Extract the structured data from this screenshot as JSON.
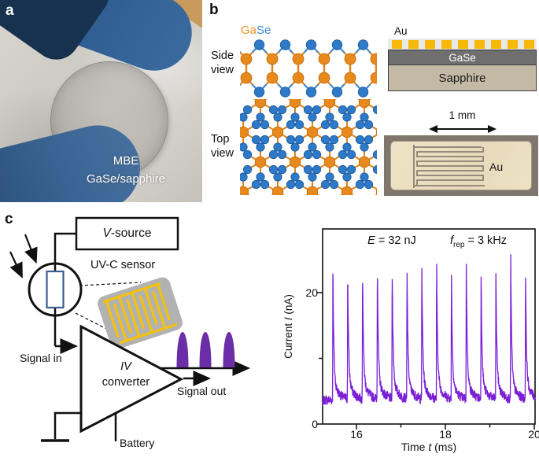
{
  "panel_a": {
    "label": "a",
    "caption_line1": "MBE",
    "caption_line2": "GaSe/sapphire"
  },
  "panel_b": {
    "label": "b",
    "legend": {
      "ga": "Ga",
      "se": "Se"
    },
    "side_view_label": "Side view",
    "top_view_label": "Top view",
    "stack": {
      "au": "Au",
      "gase": "GaSe",
      "sapphire": "Sapphire"
    },
    "micrograph": {
      "scale": "1 mm",
      "electrode": "Au"
    }
  },
  "panel_c": {
    "label": "c",
    "vsource_italic": "V",
    "vsource_rest": "-source",
    "sensor_label": "UV-C sensor",
    "signal_in": "Signal in",
    "signal_out": "Signal out",
    "iv_italic": "IV",
    "iv_rest": "converter",
    "battery": "Battery"
  },
  "chart": {
    "ann_e_italic": "E",
    "ann_e_rest": " = 32 nJ",
    "ann_f_italic": "f",
    "ann_f_sub": "rep",
    "ann_f_rest": " = 3 kHz",
    "ylabel_pre": "Current ",
    "ylabel_italic": "I",
    "ylabel_post": " (nA)",
    "xlabel_pre": "Time ",
    "xlabel_italic": "t",
    "xlabel_post": " (ms)",
    "yticks": [
      "0",
      "20"
    ],
    "xticks": [
      "16",
      "18",
      "20"
    ]
  },
  "chart_data": {
    "type": "line",
    "title": "",
    "xlabel": "Time t (ms)",
    "ylabel": "Current I (nA)",
    "xlim": [
      15.24,
      20.02
    ],
    "ylim": [
      0,
      29.7
    ],
    "xticks_major": [
      16,
      18,
      20
    ],
    "xticks_minor": [
      17,
      19
    ],
    "yticks_major": [
      0,
      20
    ],
    "yticks_minor": [
      10
    ],
    "grid": false,
    "line_color": "#7b1fd6",
    "annotations": [
      "E = 32 nJ",
      "f_rep = 3 kHz"
    ],
    "pulse_train": {
      "first_peak_ms": 15.47,
      "period_ms": 0.33333,
      "num_peaks": 14,
      "peak_current_nA": 24,
      "baseline_nA": 3.6,
      "fast_decay_tau_ms": 0.02,
      "slow_decay_tau_ms": 0.12,
      "repetition_rate_kHz": 3,
      "pulse_energy_nJ": 32
    }
  },
  "colors": {
    "ga_orange": "#e8891d",
    "se_blue": "#2e7ac8",
    "gold": "#f6b90a",
    "signal_purple": "#7b1fd6",
    "pulse_purple": "#6b2ea6",
    "glove_blue": "#2f5d92"
  }
}
